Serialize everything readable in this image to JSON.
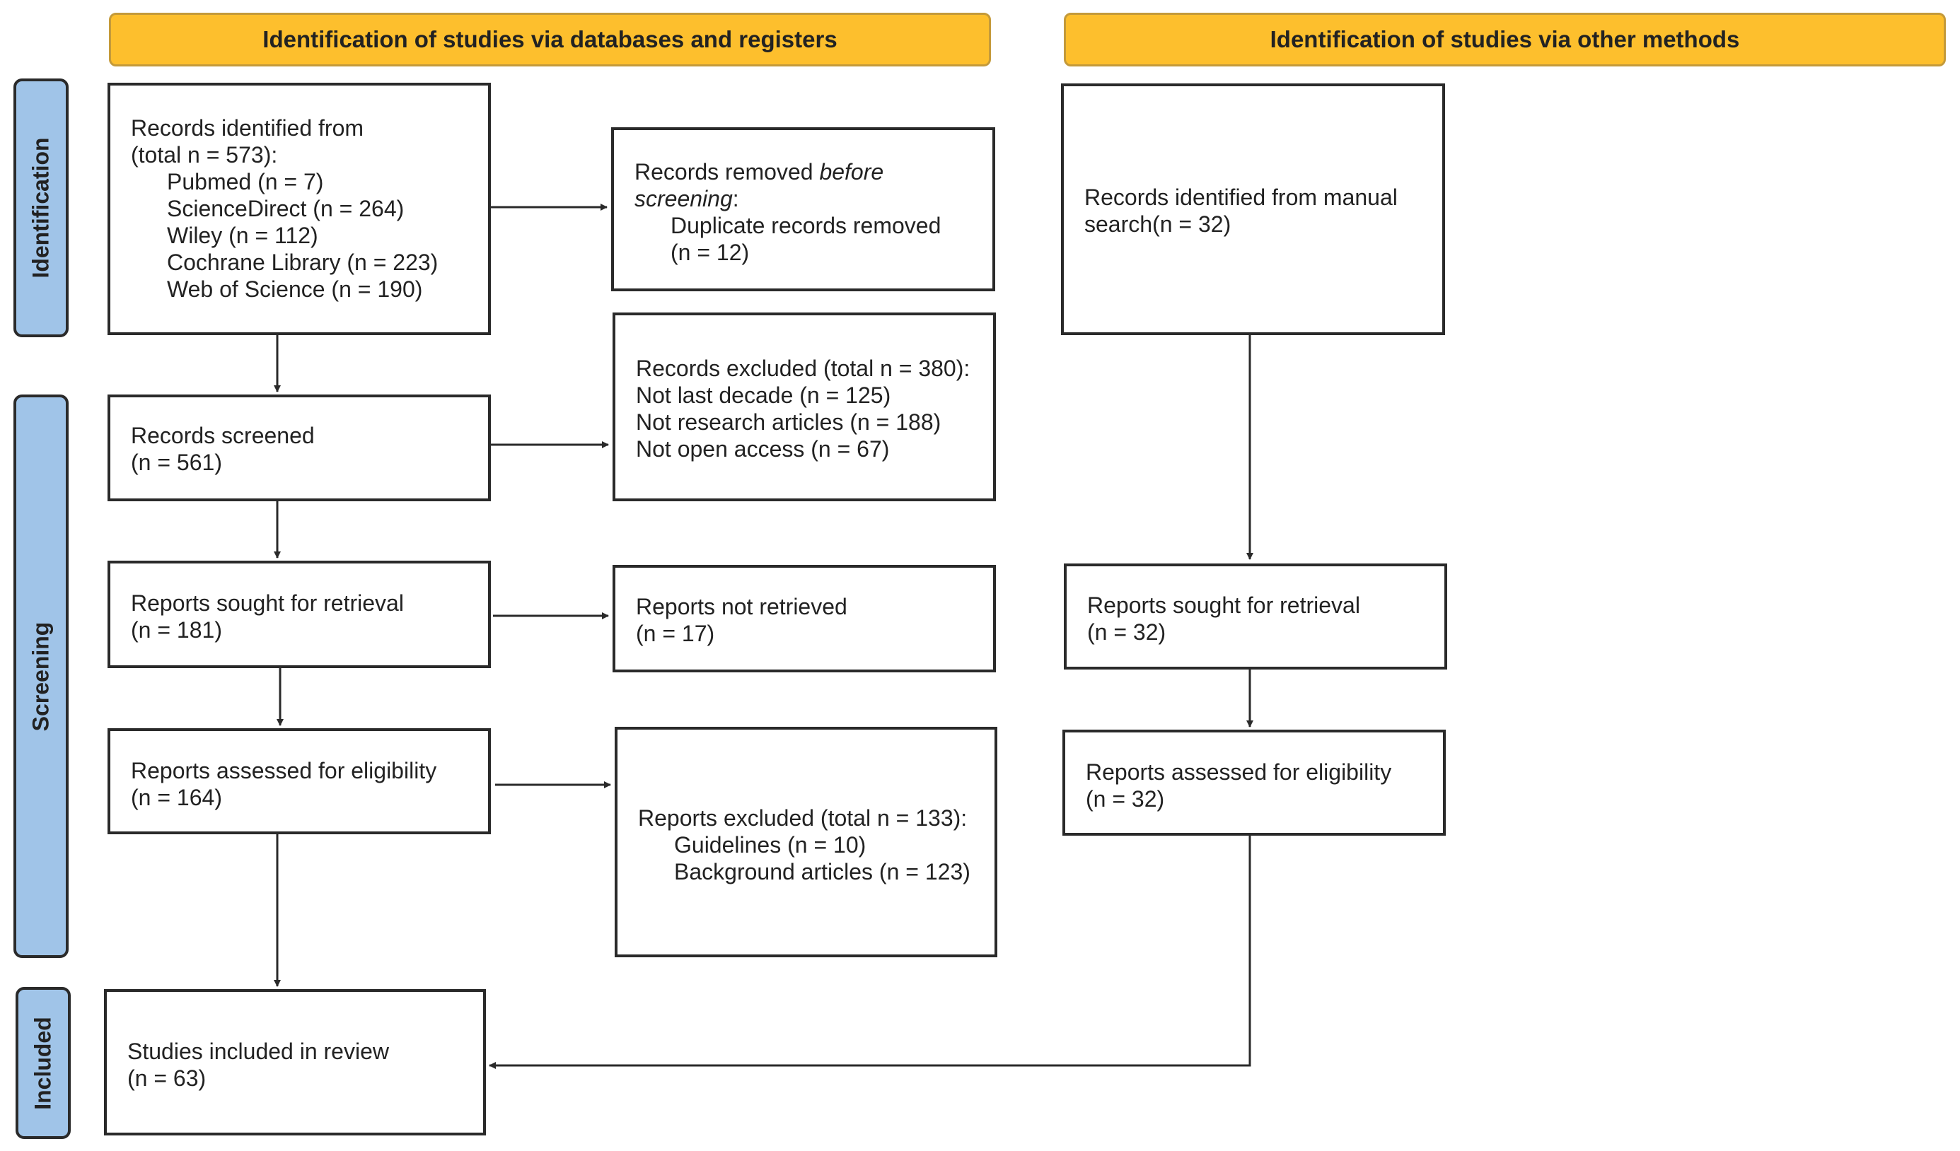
{
  "headers": {
    "databases": "Identification of studies via databases and registers",
    "other": "Identification of studies via other methods"
  },
  "phases": {
    "identification": "Identification",
    "screening": "Screening",
    "included": "Included"
  },
  "boxes": {
    "records_identified": {
      "line1": "Records identified from",
      "line2": "(total n = 573):",
      "sources": [
        "Pubmed (n = 7)",
        "ScienceDirect (n = 264)",
        "Wiley (n = 112)",
        "Cochrane Library (n = 223)",
        "Web of Science (n = 190)"
      ]
    },
    "records_removed": {
      "line1_pre": "Records removed ",
      "line1_em": "before",
      "line2_em": "screening",
      "line2_post": ":",
      "item1": "Duplicate records removed",
      "item2": "(n = 12)"
    },
    "records_excluded": {
      "lines": [
        "Records excluded (total n = 380):",
        "Not last decade (n = 125)",
        "Not research articles (n = 188)",
        "Not open access (n = 67)"
      ]
    },
    "records_screened": {
      "line1": "Records screened",
      "line2": "(n = 561)"
    },
    "reports_sought": {
      "line1": "Reports sought for retrieval",
      "line2": "(n = 181)"
    },
    "reports_not_retrieved": {
      "line1": "Reports not retrieved",
      "line2": "(n = 17)"
    },
    "reports_assessed": {
      "line1": "Reports assessed for eligibility",
      "line2": "(n = 164)"
    },
    "reports_excluded": {
      "line1": "Reports excluded (total n = 133):",
      "items": [
        "Guidelines (n = 10)",
        "Background articles (n = 123)"
      ]
    },
    "studies_included": {
      "line1": "Studies included in review",
      "line2": "(n = 63)"
    },
    "manual_search": {
      "line1": "Records identified from manual",
      "line2": "search(n = 32)"
    },
    "other_sought": {
      "line1": "Reports sought for retrieval",
      "line2": "(n = 32)"
    },
    "other_assessed": {
      "line1": "Reports assessed for eligibility",
      "line2": "(n = 32)"
    }
  },
  "colors": {
    "header": "#fdbf2d",
    "phase": "#a0c4e8",
    "line": "#2a2a2a"
  }
}
